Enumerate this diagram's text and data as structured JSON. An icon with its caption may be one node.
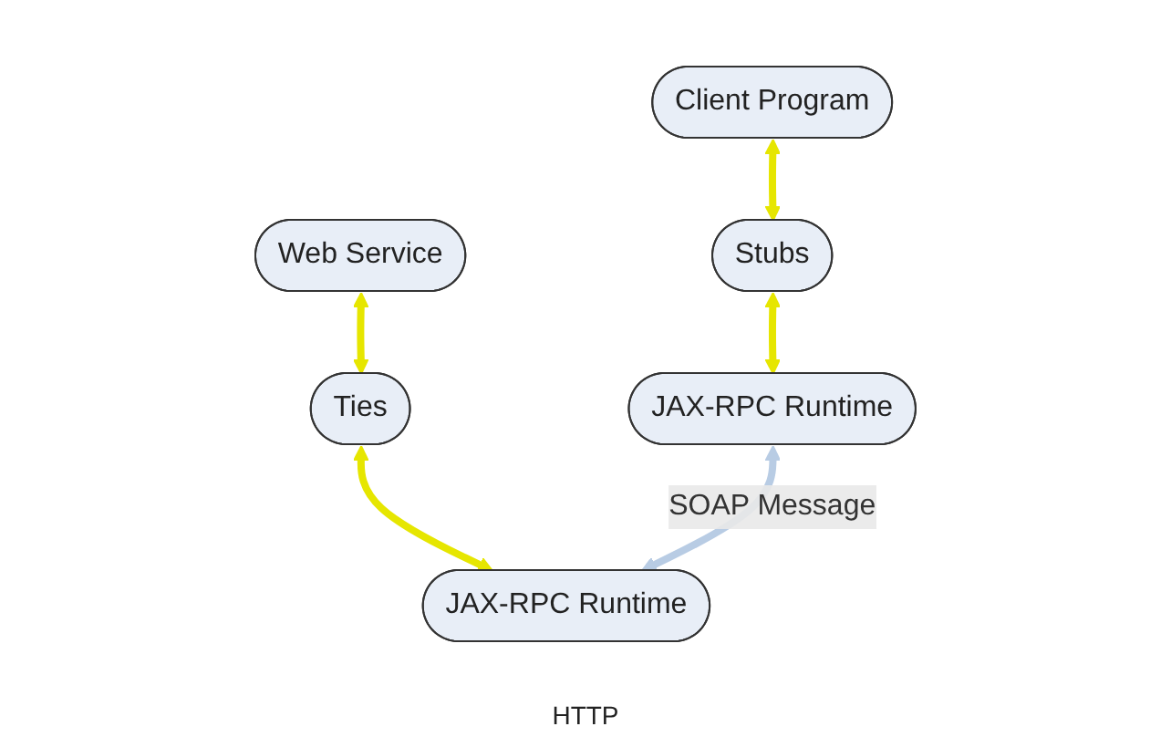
{
  "diagram": {
    "nodes": [
      {
        "text": [
          "Client Program"
        ]
      },
      {
        "text": [
          "Web Service"
        ]
      },
      {
        "text": [
          "Stubs"
        ]
      },
      {
        "text": [
          "Ties"
        ]
      },
      {
        "text": [
          "JAX-RPC Runtime"
        ]
      },
      {
        "text": [
          "JAX-RPC Runtime"
        ]
      }
    ],
    "edges": [
      {
        "from": 0,
        "to": 2,
        "arrow": "both"
      },
      {
        "from": 1,
        "to": 3,
        "arrow": "both"
      },
      {
        "from": 2,
        "to": 4,
        "arrow": "both"
      },
      {
        "from": 3,
        "to": 5,
        "arrow": "both"
      },
      {
        "from": 4,
        "to": 5,
        "arrow": "both",
        "label": "SOAP Message",
        "color": "#b8cce4"
      }
    ],
    "labels": [
      "HTTP"
    ]
  }
}
